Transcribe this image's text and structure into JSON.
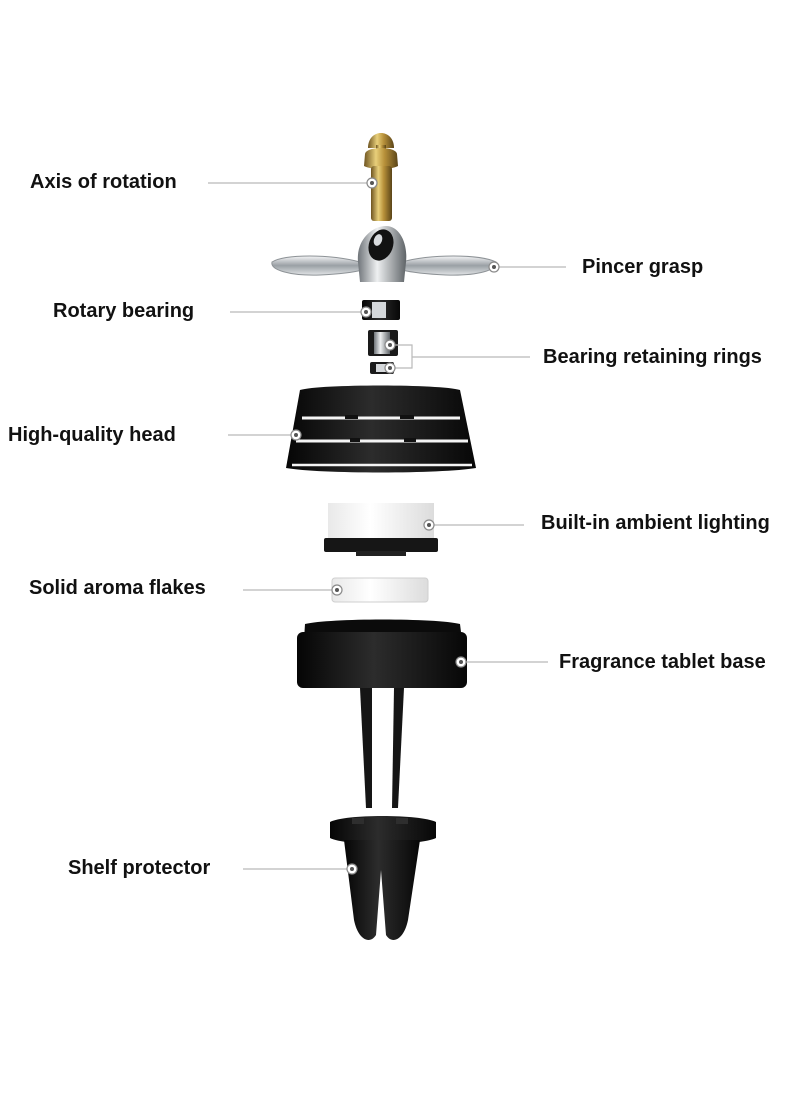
{
  "diagram": {
    "components": [
      {
        "key": "axis",
        "label": "Axis of rotation",
        "color": "#c9a54a"
      },
      {
        "key": "pincer",
        "label": "Pincer grasp",
        "color": "#cfd3d6"
      },
      {
        "key": "bearing",
        "label": "Rotary bearing",
        "color": "#1c1c1c"
      },
      {
        "key": "rings",
        "label": "Bearing retaining rings",
        "color": "#2a2a2a"
      },
      {
        "key": "head",
        "label": "High-quality head",
        "color": "#111111"
      },
      {
        "key": "lighting",
        "label": "Built-in ambient lighting",
        "color": "#f2f2f2"
      },
      {
        "key": "flakes",
        "label": "Solid aroma flakes",
        "color": "#ffffff"
      },
      {
        "key": "base",
        "label": "Fragrance tablet base",
        "color": "#1a1a1a"
      },
      {
        "key": "protector",
        "label": "Shelf protector",
        "color": "#141414"
      }
    ]
  }
}
